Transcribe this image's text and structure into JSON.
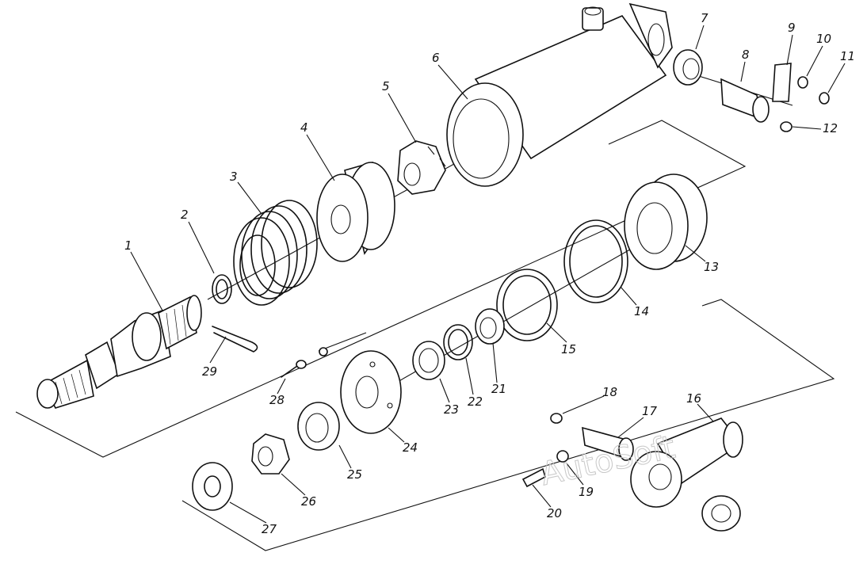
{
  "figure": {
    "watermark": "AutoSoft",
    "callouts": [
      "1",
      "2",
      "3",
      "4",
      "5",
      "6",
      "7",
      "8",
      "9",
      "10",
      "11",
      "12",
      "13",
      "14",
      "15",
      "16",
      "17",
      "18",
      "19",
      "20",
      "21",
      "22",
      "23",
      "24",
      "25",
      "26",
      "27",
      "28",
      "29"
    ]
  },
  "colors": {
    "ink": "#111111",
    "background": "#ffffff",
    "watermark": "#c8c8c8"
  }
}
